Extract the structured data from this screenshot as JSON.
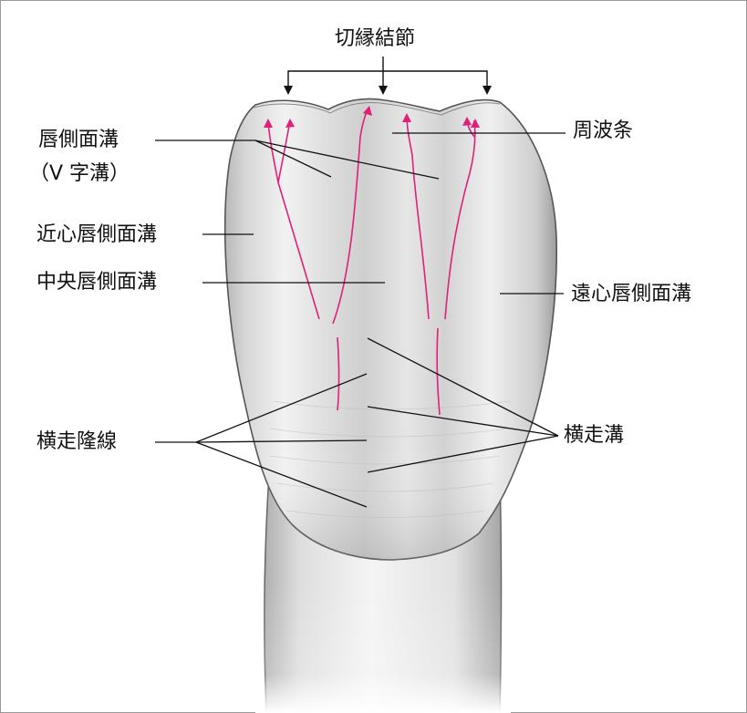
{
  "labels": {
    "incisal_nodes": "切縁結節",
    "labial_groove": "唇側面溝",
    "v_groove": "（V 字溝）",
    "perikymata": "周波条",
    "mesial_labial_groove": "近心唇側面溝",
    "central_labial_groove": "中央唇側面溝",
    "distal_labial_groove": "遠心唇側面溝",
    "transverse_ridges": "横走隆線",
    "transverse_grooves": "横走溝"
  },
  "colors": {
    "groove_arrow": "#e0207a",
    "leader_line": "#111111",
    "tooth_outline": "#555555"
  }
}
